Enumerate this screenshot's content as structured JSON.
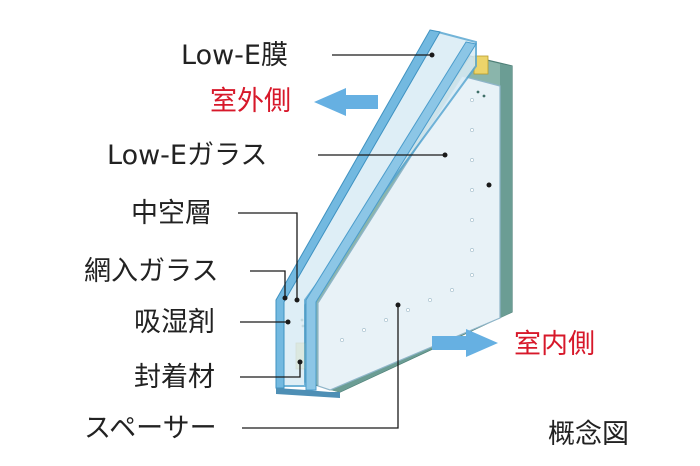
{
  "labels": {
    "low_e_film": "Low-E膜",
    "outdoor_side": "室外側",
    "low_e_glass": "Low-Eガラス",
    "air_layer": "中空層",
    "wired_glass": "網入ガラス",
    "desiccant": "吸湿剤",
    "sealant": "封着材",
    "spacer": "スペーサー",
    "indoor_side": "室内側",
    "concept_note": "概念図"
  },
  "colors": {
    "outdoor_label": "#d7182a",
    "indoor_label": "#d7182a",
    "arrow": "#63aee0",
    "glass_edge": "#5aa7d2",
    "frame": "#5d8f86",
    "sealant": "#e7cf62"
  }
}
